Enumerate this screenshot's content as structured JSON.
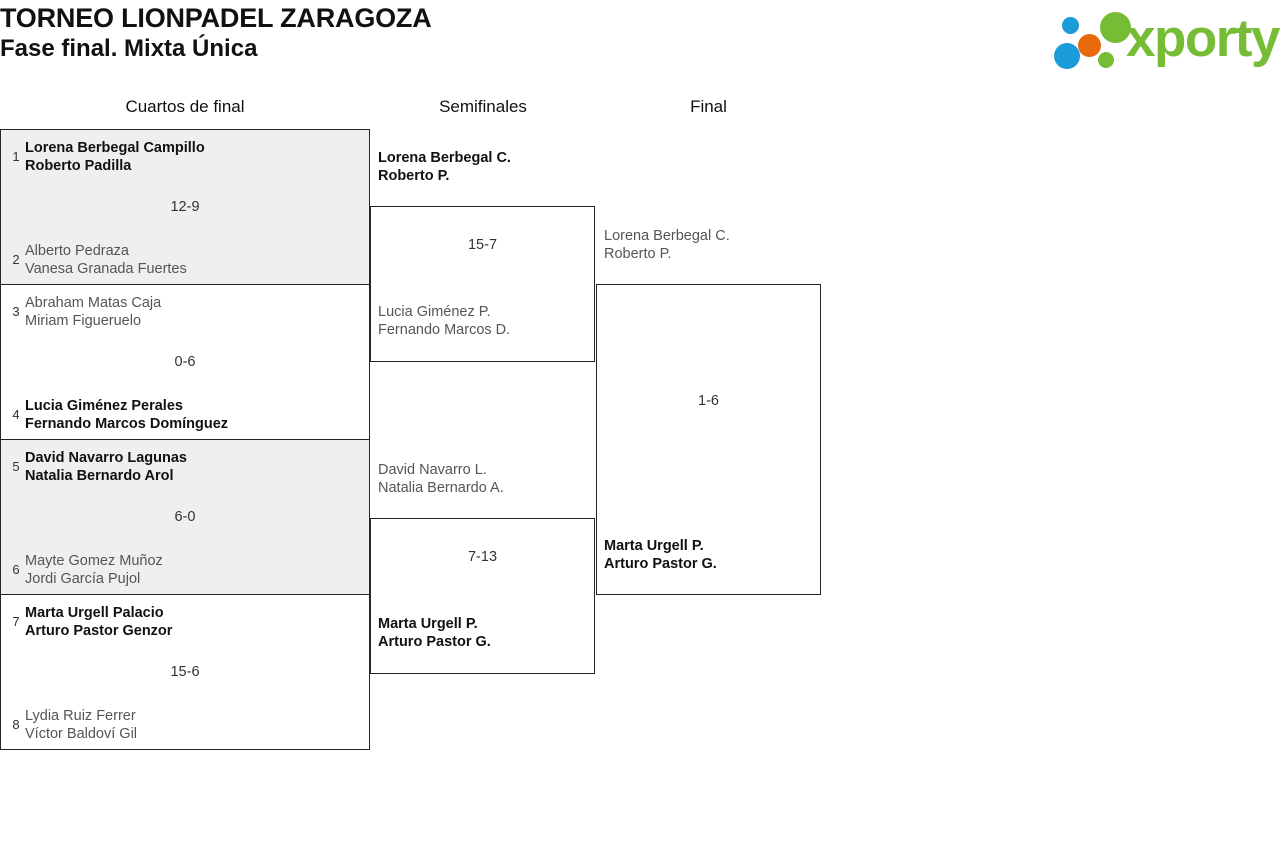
{
  "header": {
    "title": "TORNEO LIONPADEL ZARAGOZA",
    "subtitle": "Fase final. Mixta Única",
    "logo_text": "xporty",
    "logo_colors": {
      "green": "#77bc35",
      "blue": "#1b9bd8",
      "orange": "#e8690b"
    }
  },
  "rounds": [
    {
      "key": "quarterfinals",
      "label": "Cuartos de final"
    },
    {
      "key": "semifinals",
      "label": "Semifinales"
    },
    {
      "key": "final",
      "label": "Final"
    }
  ],
  "bracket": {
    "quarterfinals": [
      {
        "score": "12-9",
        "shaded": true,
        "top": {
          "seed": "1",
          "player1": "Lorena Berbegal Campillo",
          "player2": "Roberto Padilla",
          "result": "winner"
        },
        "bottom": {
          "seed": "2",
          "player1": "Alberto Pedraza",
          "player2": "Vanesa Granada Fuertes",
          "result": "loser"
        }
      },
      {
        "score": "0-6",
        "shaded": false,
        "top": {
          "seed": "3",
          "player1": "Abraham Matas Caja",
          "player2": "Miriam Figueruelo",
          "result": "loser"
        },
        "bottom": {
          "seed": "4",
          "player1": "Lucia Giménez Perales",
          "player2": "Fernando Marcos Domínguez",
          "result": "winner"
        }
      },
      {
        "score": "6-0",
        "shaded": true,
        "top": {
          "seed": "5",
          "player1": "David Navarro Lagunas",
          "player2": "Natalia Bernardo Arol",
          "result": "winner"
        },
        "bottom": {
          "seed": "6",
          "player1": "Mayte Gomez Muñoz",
          "player2": "Jordi García Pujol",
          "result": "loser"
        }
      },
      {
        "score": "15-6",
        "shaded": false,
        "top": {
          "seed": "7",
          "player1": "Marta Urgell Palacio",
          "player2": "Arturo Pastor Genzor",
          "result": "winner"
        },
        "bottom": {
          "seed": "8",
          "player1": "Lydia Ruiz Ferrer",
          "player2": "Víctor Baldoví Gil",
          "result": "loser"
        }
      }
    ],
    "semifinals": [
      {
        "score": "15-7",
        "top": {
          "player1": "Lorena Berbegal C.",
          "player2": "Roberto P.",
          "result": "winner"
        },
        "bottom": {
          "player1": "Lucia Giménez P.",
          "player2": "Fernando Marcos D.",
          "result": "loser"
        }
      },
      {
        "score": "7-13",
        "top": {
          "player1": "David Navarro L.",
          "player2": "Natalia Bernardo A.",
          "result": "loser"
        },
        "bottom": {
          "player1": "Marta Urgell P.",
          "player2": "Arturo Pastor G.",
          "result": "winner"
        }
      }
    ],
    "final": [
      {
        "score": "1-6",
        "top": {
          "player1": "Lorena Berbegal C.",
          "player2": "Roberto P.",
          "result": "loser"
        },
        "bottom": {
          "player1": "Marta Urgell P.",
          "player2": "Arturo Pastor G.",
          "result": "winner"
        }
      }
    ]
  }
}
